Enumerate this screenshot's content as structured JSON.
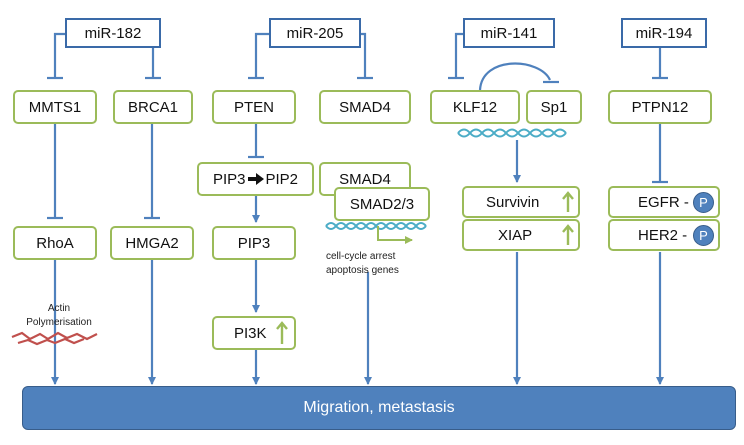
{
  "mirnas": {
    "mir182": "miR-182",
    "mir205": "miR-205",
    "mir141": "miR-141",
    "mir194": "miR-194"
  },
  "genes": {
    "mmts1": "MMTS1",
    "brca1": "BRCA1",
    "pten": "PTEN",
    "smad4_top": "SMAD4",
    "klf12": "KLF12",
    "sp1": "Sp1",
    "ptpn12": "PTPN12",
    "pip3_pip2_left": "PIP3",
    "pip3_pip2_right": "PIP2",
    "smad4_mid": "SMAD4",
    "smad23": "SMAD2/3",
    "survivin": "Survivin",
    "xiap": "XIAP",
    "egfr": "EGFR -",
    "her2": "HER2 -",
    "rhoa": "RhoA",
    "hmga2": "HMGA2",
    "pip3": "PIP3",
    "pi3k": "PI3K"
  },
  "phospho_label": "P",
  "notes": {
    "actin_line1": "Actin",
    "actin_line2": "Polymerisation",
    "cellcycle_line1": "cell-cycle arrest",
    "cellcycle_line2": "apoptosis genes"
  },
  "outcome": "Migration, metastasis",
  "colors": {
    "mirna_border": "#3a6aa8",
    "gene_border": "#9bbb59",
    "connector": "#4f81bd",
    "outcome_fill": "#4f81bd",
    "up_arrow": "#9bbb59",
    "dna": "#4bacc6",
    "actin": "#c0504d"
  }
}
